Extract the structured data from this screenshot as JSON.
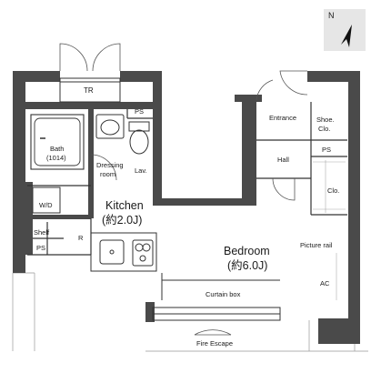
{
  "compass": {
    "label": "N",
    "icon": "north-arrow-icon"
  },
  "rooms": {
    "tr": "TR",
    "ps_top": "PS",
    "bath": "Bath",
    "bath_size": "(1014)",
    "dressing": "Dressing",
    "dressing2": "room",
    "lav": "Lav.",
    "wd": "W/D",
    "shelf": "Shelf",
    "ps_left": "PS",
    "r": "R",
    "kitchen": "Kitchen",
    "kitchen_size": "(約2.0J)",
    "entrance": "Entrance",
    "shoe": "Shoe.",
    "shoe2": "Clo.",
    "hall": "Hall",
    "ps_right": "PS",
    "clo": "Clo.",
    "picture_rail": "Picture rail",
    "bedroom": "Bedroom",
    "bedroom_size": "(約6.0J)",
    "ac": "AC",
    "curtain_box": "Curtain box",
    "fire_escape": "Fire Escape"
  },
  "colors": {
    "wall": "#4a4a4a",
    "line": "#333333",
    "thin": "#888888",
    "compass_bg": "#e6e6e6"
  }
}
